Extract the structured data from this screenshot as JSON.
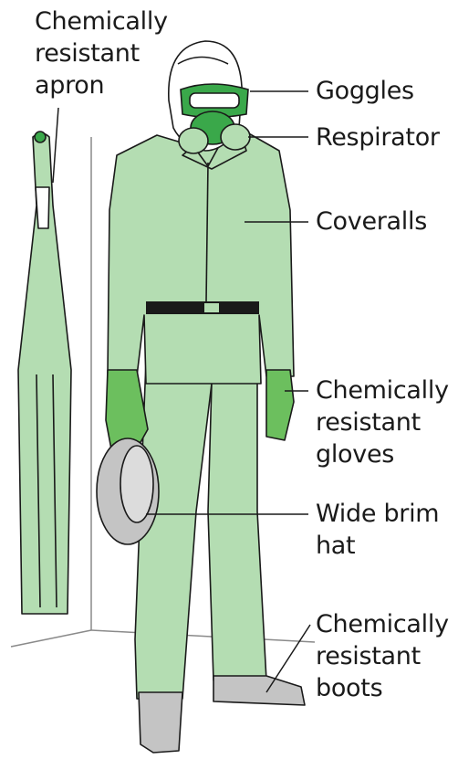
{
  "labels": {
    "apron": "Chemically\nresistant\napron",
    "goggles": "Goggles",
    "respirator": "Respirator",
    "coveralls": "Coveralls",
    "gloves": "Chemically\nresistant\ngloves",
    "hat": "Wide brim\nhat",
    "boots": "Chemically\nresistant\nboots"
  },
  "colors": {
    "suit": "#b4ddb2",
    "goggles": "#3aa84a",
    "gloves": "#6cbf5e",
    "boots": "#c4c4c4",
    "outline": "#1a1a1a"
  }
}
